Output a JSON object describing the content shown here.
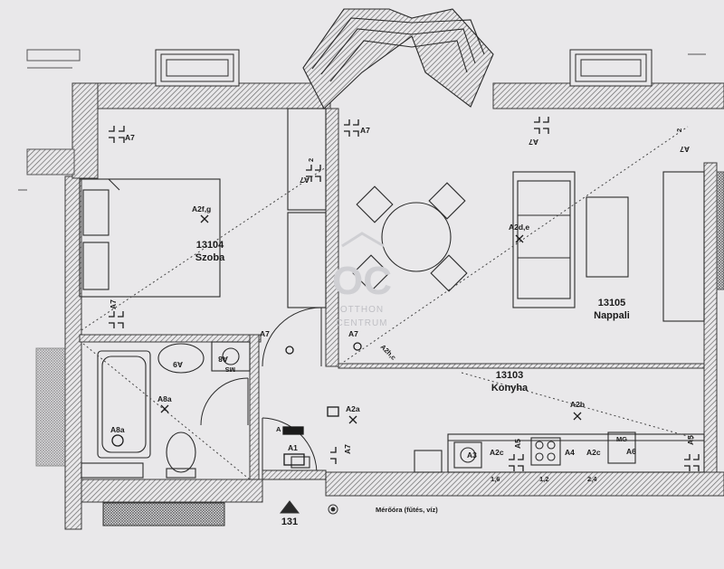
{
  "watermark": {
    "mark": "OC",
    "line1": "OTTHON",
    "line2": "CENTRUM"
  },
  "rooms": [
    {
      "number": "13104",
      "name": "Szoba"
    },
    {
      "number": "13105",
      "name": "Nappali"
    },
    {
      "number": "13103",
      "name": "Konyha"
    }
  ],
  "entrance": {
    "number": "131"
  },
  "meter_note": "Mérőóra (fűtés, víz)",
  "symbols": {
    "a7": "A7",
    "a2f": "A2f,g",
    "a2d": "A2d,e",
    "a2a": "A2a",
    "a2b": "A2b",
    "a2c": "A2c",
    "a3": "A3",
    "a4": "A4",
    "a5": "A5",
    "a6": "A6",
    "a8": "A8",
    "a8a": "A8a",
    "a9": "A9",
    "a1": "A1",
    "mg": "MG",
    "ms": "MS",
    "a2hc": "A2h,c",
    "num2": "2",
    "a_small": "A"
  },
  "heights": [
    "1,6",
    "1,2",
    "2,4"
  ],
  "colors": {
    "wall": "#5b5b5b",
    "line": "#2a2a2a",
    "paper": "#e9e8ea",
    "dotted": "#444444"
  }
}
